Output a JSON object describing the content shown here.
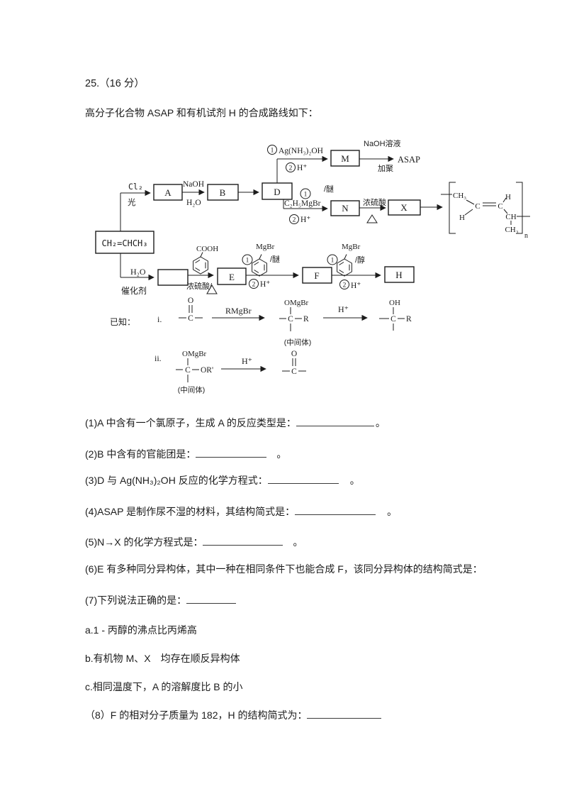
{
  "title": "25.（16 分）",
  "intro": "高分子化合物 ASAP 和有机试剂 H 的合成路线如下：",
  "scheme": {
    "start": "CH₂=CHCH₃",
    "boxes": {
      "a": "A",
      "b": "B",
      "d": "D",
      "m": "M",
      "n": "N",
      "x": "X",
      "e": "E",
      "f": "F",
      "h": "H"
    },
    "cl2": "Cl₂",
    "light": "光",
    "naoh": "NaOH",
    "h2o": "H₂O",
    "num1": "1",
    "num2": "2",
    "ag_reagent": "Ag(NH₃)₂OH",
    "h_plus": "H⁺",
    "naoh_solution": "NaOH溶液",
    "addition_poly": "加聚",
    "asap": "ASAP",
    "c2h5mgbr": "C₂H₅MgBr",
    "ether": "/醚",
    "alcohol": "/醇",
    "conc_h2so4": "浓硫酸",
    "conc_h2so4_slash": "浓硫酸/",
    "catalyst": "催化剂",
    "cooh": "COOH",
    "mgbr": "MgBr",
    "polymer": {
      "ch3": "CH₃",
      "c": "C",
      "h": "H",
      "ch": "CH",
      "sub_n": "n"
    }
  },
  "given": {
    "label": "已知：",
    "i": "i.",
    "ii": "ii.",
    "o": "O",
    "c": "C",
    "r": "R",
    "oh": "OH",
    "omgbr": "OMgBr",
    "rmgbr": "RMgBr",
    "h_plus": "H⁺",
    "or_prime": "OR'",
    "intermediate": "(中间体)"
  },
  "questions": {
    "q1": {
      "text": "(1)A 中含有一个氯原子，生成 A 的反应类型是：",
      "tail": "。"
    },
    "q2": {
      "text": "(2)B 中含有的官能团是：",
      "tail": "。"
    },
    "q3": {
      "text": "(3)D 与 Ag(NH₃)₂OH 反应的化学方程式：",
      "tail": "。"
    },
    "q4": {
      "text": "(4)ASAP 是制作尿不湿的材料，其结构简式是：",
      "tail": "。"
    },
    "q5": {
      "text": "(5)N→X 的化学方程式是：",
      "tail": "。"
    },
    "q6": {
      "text": "(6)E 有多种同分异构体，其中一种在相同条件下也能合成 F，该同分异构体的结构简式是："
    },
    "q7": {
      "text": "(7)下列说法正确的是："
    },
    "a": {
      "text": "a.1 - 丙醇的沸点比丙烯高"
    },
    "b": {
      "text": "b.有机物 M、X　均存在顺反异构体"
    },
    "c": {
      "text": "c.相同温度下，A 的溶解度比 B 的小"
    },
    "q8": {
      "text": "（8）F 的相对分子质量为 182，H 的结构简式为："
    }
  }
}
